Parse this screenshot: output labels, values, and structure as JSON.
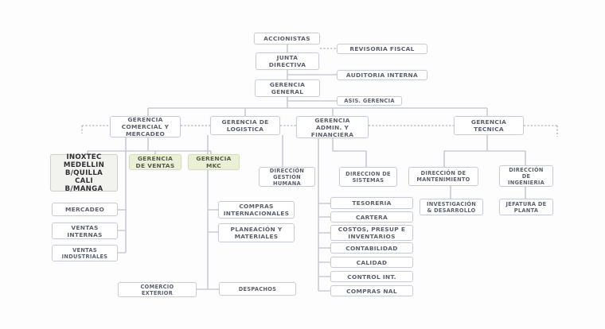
{
  "diagram": {
    "nodes": {
      "accionistas": "ACCIONISTAS",
      "revisoria_fiscal": "REVISORIA FISCAL",
      "junta_directiva": "JUNTA\nDIRECTIVA",
      "auditoria_interna": "AUDITORIA INTERNA",
      "gerencia_general": "GERENCIA\nGENERAL",
      "asis_gerencia": "ASIS. GERENCIA",
      "gerencia_comercial": "GERENCIA\nCOMERCIAL Y\nMERCADEO",
      "gerencia_logistica": "GERENCIA DE\nLOGISTICA",
      "gerencia_admin": "GERENCIA\nADMIN. Y\nFINANCIERA",
      "gerencia_tecnica": "GERENCIA\nTECNICA",
      "inoxtec": "INOXTEC\nMEDELLIN\nB/QUILLA\nCALI\nB/MANGA",
      "gerencia_ventas": "GERENCIA\nDE VENTAS",
      "gerencia_mkc": "GERENCIA\nMKC",
      "direccion_gestion_humana": "DIRECCIÓN\nGESTIÓN\nHUMANA",
      "direccion_sistemas": "DIRECCION DE\nSISTEMAS",
      "direccion_mantenimiento": "DIRECCIÓN DE\nMANTENIMIENTO",
      "direccion_ingenieria": "DIRECCIÓN\nDE\nINGENIERIA",
      "mercadeo": "MERCADEO",
      "ventas_internas": "VENTAS\nINTERNAS",
      "ventas_industriales": "VENTAS\nINDUSTRIALES",
      "compras_internacionales": "COMPRAS\nINTERNACIONALES",
      "planeacion_materiales": "PLANEACIÓN Y\nMATERIALES",
      "comercio_exterior": "COMERCIO\nEXTERIOR",
      "despachos": "DESPACHOS",
      "tesoreria": "TESORERIA",
      "cartera": "CARTERA",
      "costos": "COSTOS, PRESUP E\nINVENTARIOS",
      "contabilidad": "CONTABILIDAD",
      "calidad": "CALIDAD",
      "control_int": "CONTROL INT.",
      "compras_nal": "COMPRAS NAL",
      "investigacion": "INVESTIGACIÓN\n& DESARROLLO",
      "jefatura_planta": "JEFATURA DE\nPLANTA"
    }
  }
}
